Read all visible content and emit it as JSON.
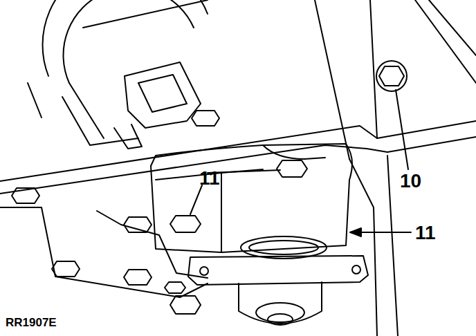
{
  "diagram": {
    "labels": [
      "11",
      "10",
      "11",
      "RR1907E"
    ]
  }
}
